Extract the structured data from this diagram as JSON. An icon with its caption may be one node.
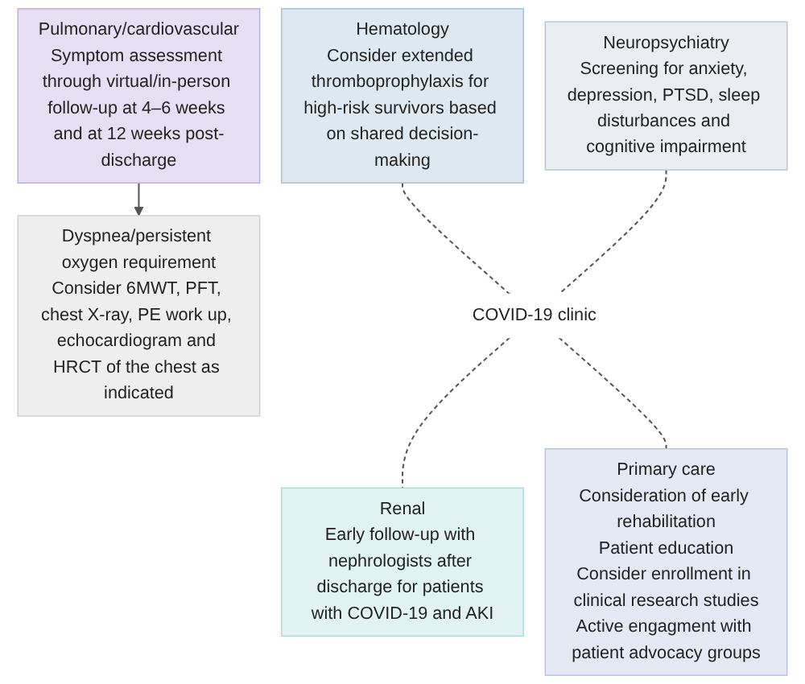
{
  "diagram": {
    "nodes": [
      {
        "text": [
          "Pulmonary/cardiovascular",
          "Symptom assessment through virtual/in-person follow-up at 4–6 weeks and at 12 weeks post-discharge"
        ]
      },
      {
        "text": [
          "Dyspnea/persistent oxygen requirement",
          "Consider 6MWT, PFT, chest X-ray, PE work up, echocardiogram and HRCT of the chest as indicated"
        ]
      },
      {
        "text": [
          "Hematology",
          "Consider extended thromboprophylaxis for high-risk survivors based on shared decision-making"
        ]
      },
      {
        "text": [
          "Neuropsychiatry",
          "Screening for anxiety, depression, PTSD, sleep disturbances and cognitive impairment"
        ]
      },
      {
        "text": [
          "COVID-19 clinic"
        ]
      },
      {
        "text": [
          "Renal",
          "Early follow-up with nephrologists after discharge for patients with COVID-19 and AKI"
        ]
      },
      {
        "text": [
          "Primary care",
          "Consideration of early rehabilitation",
          "Patient education",
          "Consider enrollment in clinical research studies",
          "Active engagment with patient advocacy groups"
        ]
      }
    ],
    "edges": [
      {
        "from": 0,
        "to": 1,
        "arrow": "to"
      },
      {
        "from": 2,
        "to": 4,
        "arrow": "none",
        "style": "dashed"
      },
      {
        "from": 3,
        "to": 4,
        "arrow": "none",
        "style": "dashed"
      },
      {
        "from": 4,
        "to": 5,
        "arrow": "none",
        "style": "dashed"
      },
      {
        "from": 4,
        "to": 6,
        "arrow": "none",
        "style": "dashed"
      }
    ]
  }
}
